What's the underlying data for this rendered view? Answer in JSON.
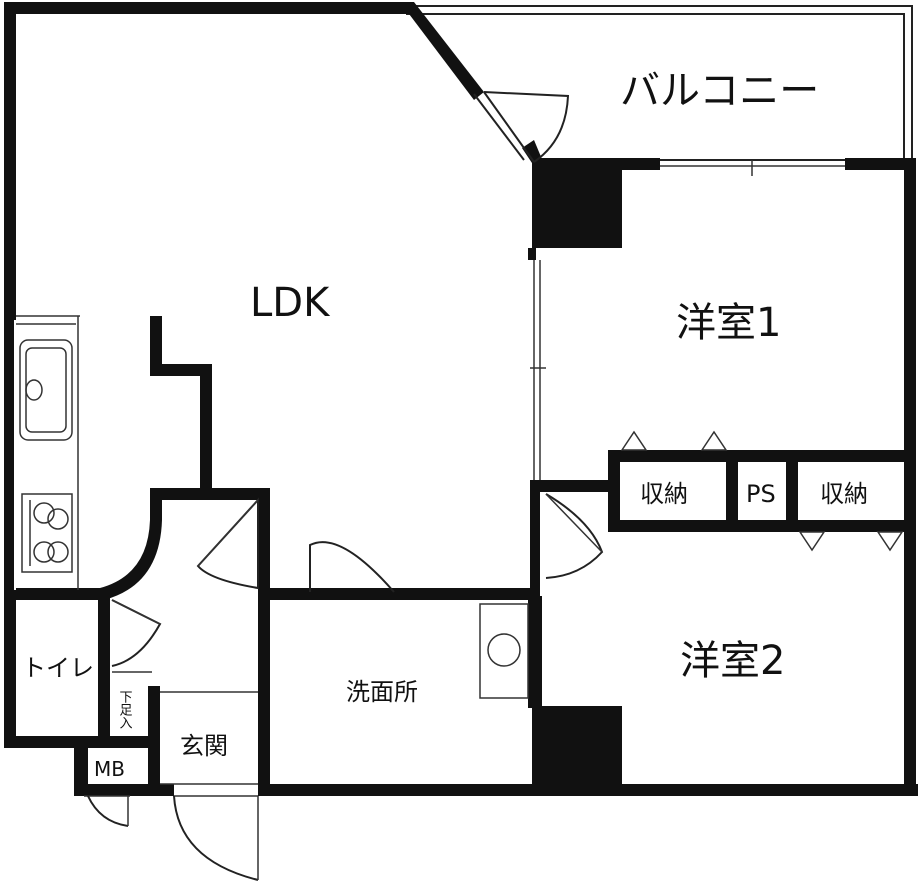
{
  "rooms": {
    "balcony": "バルコニー",
    "ldk": "LDK",
    "western1": "洋室1",
    "western2": "洋室2",
    "storage_left": "収納",
    "ps": "PS",
    "storage_right": "収納",
    "toilet": "トイレ",
    "washroom": "洗面所",
    "shoe_closet": "下足入",
    "entrance": "玄関",
    "meter_box": "MB"
  }
}
